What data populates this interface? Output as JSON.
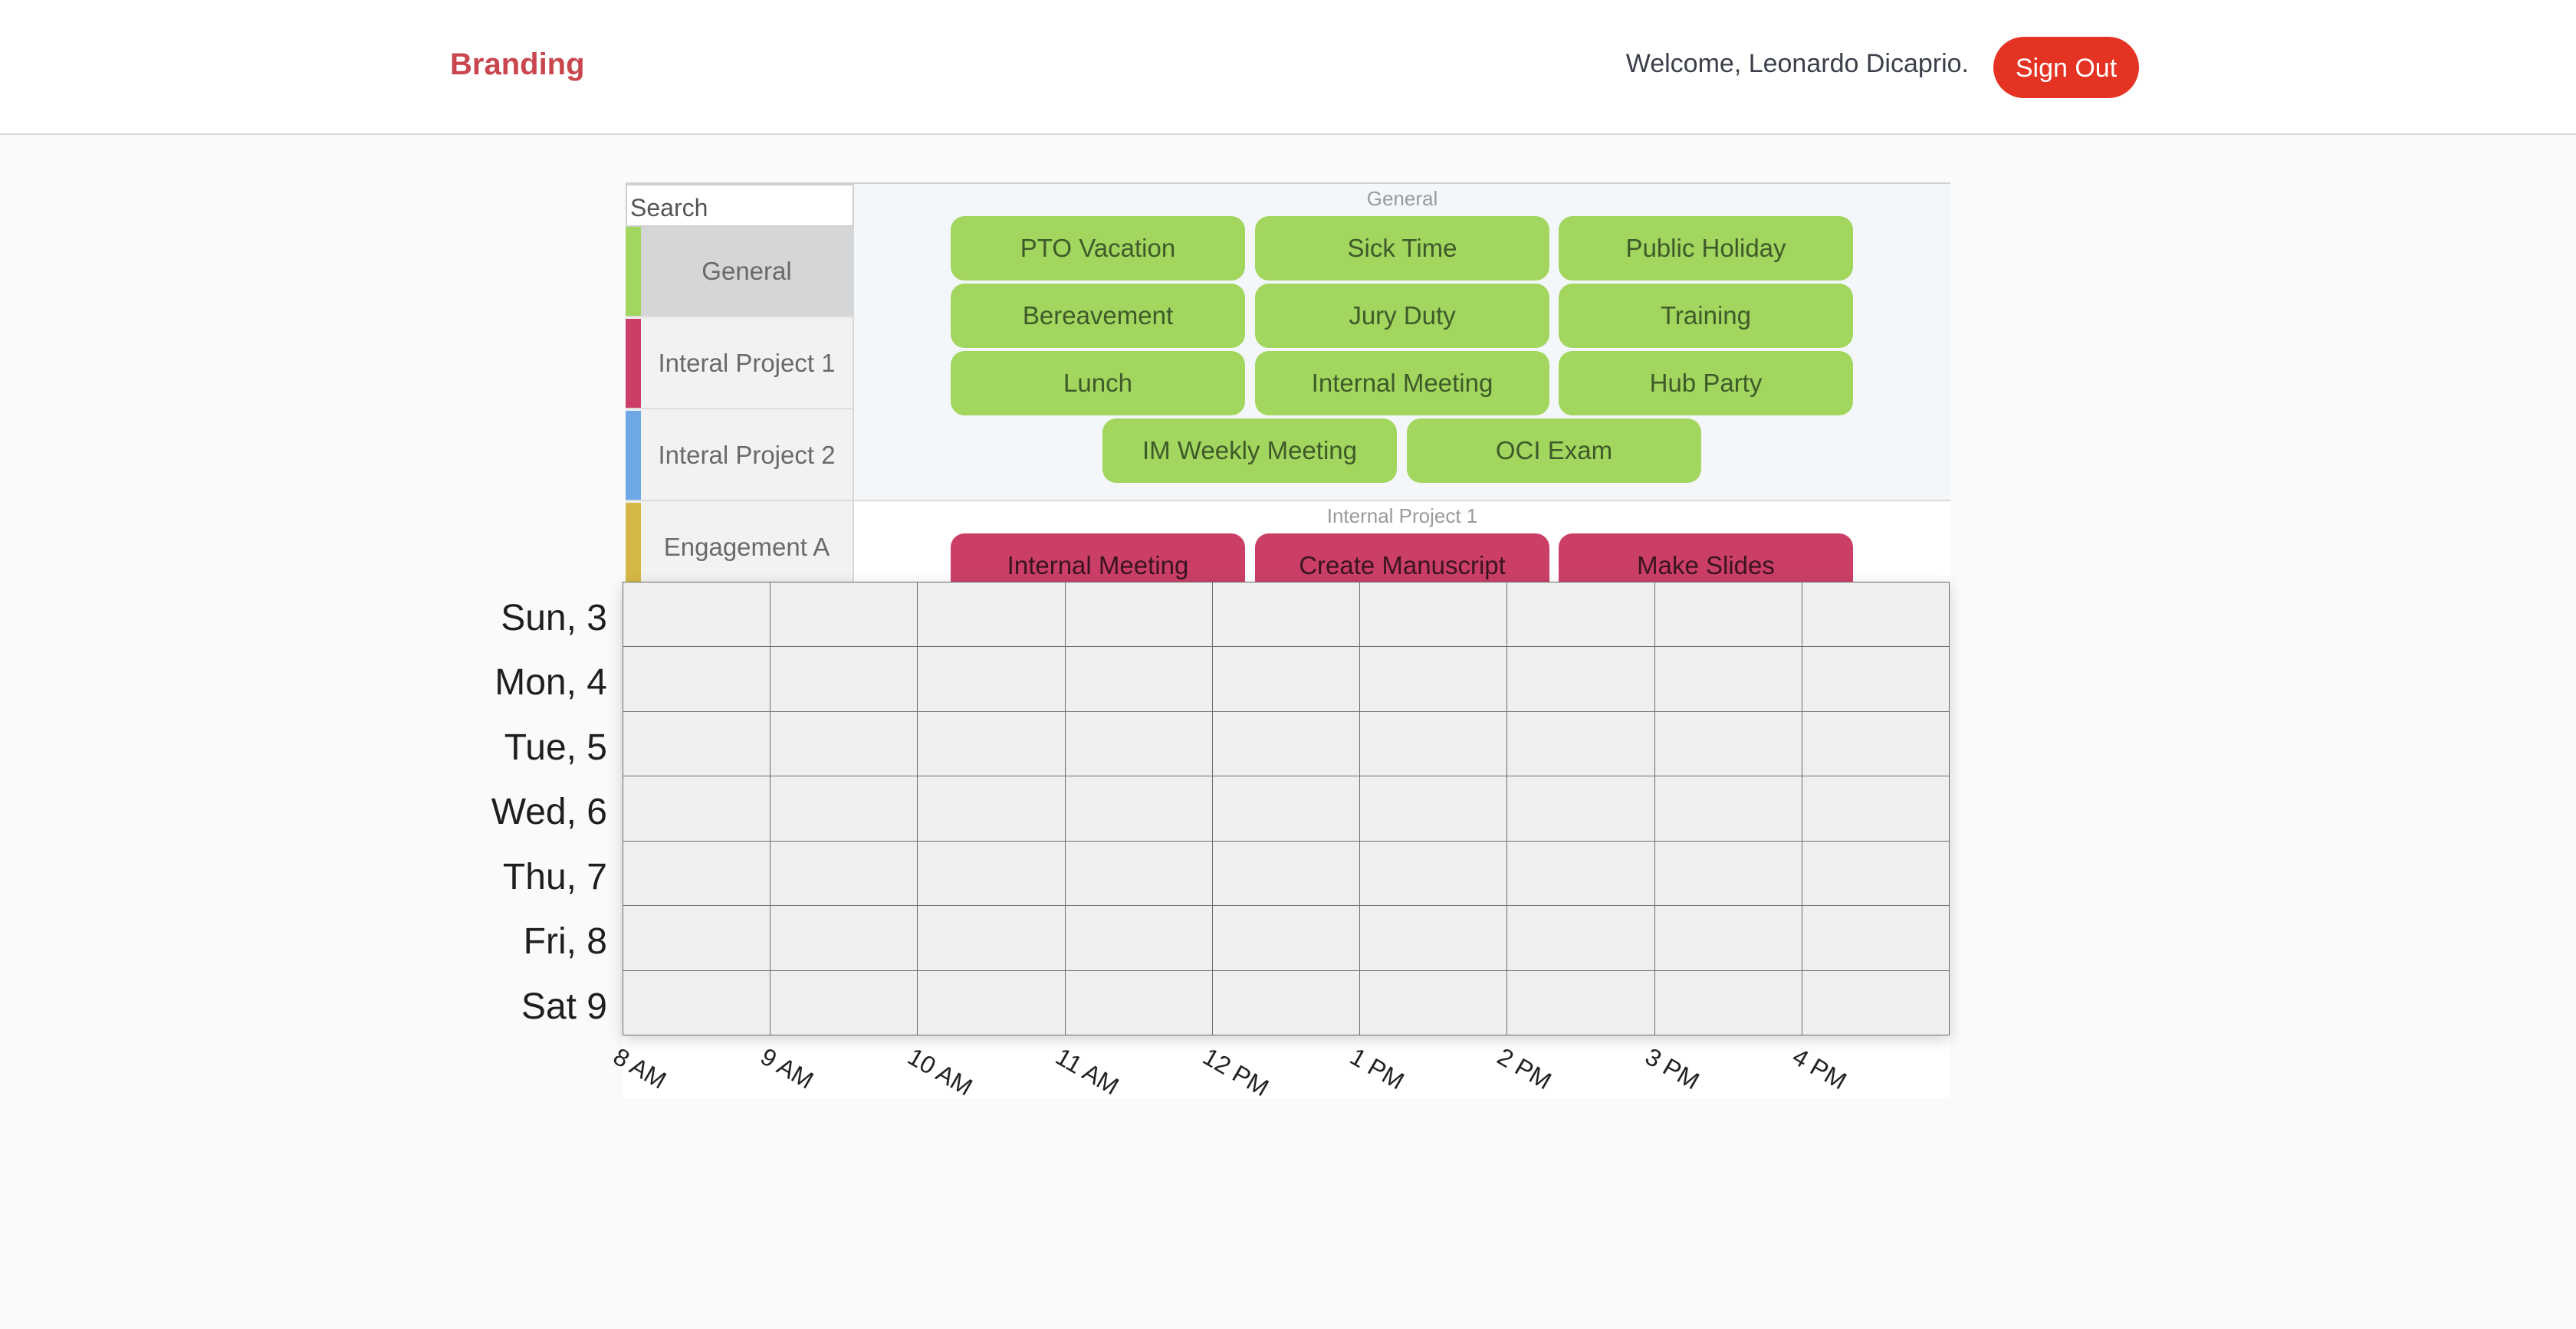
{
  "header": {
    "brand": "Branding",
    "welcome": "Welcome, Leonardo Dicaprio.",
    "sign_out_label": "Sign Out"
  },
  "search": {
    "placeholder": "Search"
  },
  "sidebar": {
    "items": [
      {
        "label": "General",
        "color": "#a2d65e",
        "active": true
      },
      {
        "label": "Interal Project 1",
        "color": "#cb3f67",
        "active": false
      },
      {
        "label": "Interal Project 2",
        "color": "#6fa8e6",
        "active": false
      },
      {
        "label": "Engagement A",
        "color": "#d4b845",
        "active": false
      }
    ]
  },
  "sections": [
    {
      "title": "General",
      "color": "#a2d65e",
      "chips": [
        "PTO Vacation",
        "Sick Time",
        "Public Holiday",
        "Bereavement",
        "Jury Duty",
        "Training",
        "Lunch",
        "Internal Meeting",
        "Hub Party",
        "IM Weekly Meeting",
        "OCI Exam"
      ]
    },
    {
      "title": "Internal Project 1",
      "color": "#cb3f67",
      "chips": [
        "Internal Meeting",
        "Create Manuscript",
        "Make Slides"
      ]
    }
  ],
  "calendar": {
    "days": [
      "Sun, 3",
      "Mon, 4",
      "Tue, 5",
      "Wed, 6",
      "Thu, 7",
      "Fri, 8",
      "Sat 9"
    ],
    "times": [
      "8 AM",
      "9 AM",
      "10 AM",
      "11 AM",
      "12 PM",
      "1 PM",
      "2 PM",
      "3 PM",
      "4 PM"
    ]
  }
}
